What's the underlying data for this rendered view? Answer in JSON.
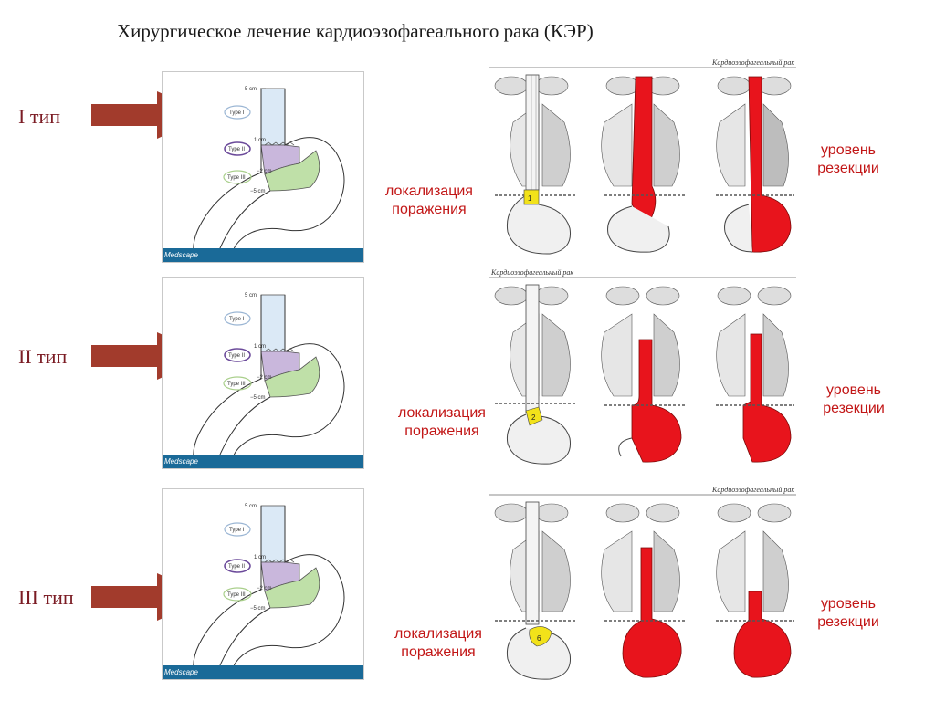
{
  "title": "Хирургическое лечение кардиоэзофагеального рака (КЭР)",
  "colors": {
    "arrow": "#a23b2c",
    "type_label": "#7b1c24",
    "resection": "#e8141c",
    "lesion": "#f2e21a",
    "medscape_bar": "#1a6a98",
    "type1_zone": "#dbe9f6",
    "type2_zone": "#c9b7dc",
    "type3_zone": "#bfe0a8",
    "annotation_text": "#c21616"
  },
  "rows": [
    {
      "type_label": "I тип",
      "panel": {
        "cm_5": "5 cm",
        "cm_1": "1 cm",
        "cm_m2": "−2 cm",
        "cm_m5": "−5 cm",
        "type1": "Type I",
        "type2": "Type II",
        "type3": "Type III",
        "brand": "Medscape"
      },
      "localization": "локализация поражения",
      "resection": "уровень резекции",
      "caption": "Кардиоэзофагеальный рак",
      "lesion_mark": "1"
    },
    {
      "type_label": "II тип",
      "panel": {
        "cm_5": "5 cm",
        "cm_1": "1 cm",
        "cm_m2": "−2 cm",
        "cm_m5": "−5 cm",
        "type1": "Type I",
        "type2": "Type II",
        "type3": "Type III",
        "brand": "Medscape"
      },
      "localization": "локализация поражения",
      "resection": "уровень резекции",
      "caption": "Кардиоэзофагеальный рак",
      "lesion_mark": "2"
    },
    {
      "type_label": "III тип",
      "panel": {
        "cm_5": "5 cm",
        "cm_1": "1 cm",
        "cm_m2": "−2 cm",
        "cm_m5": "−5 cm",
        "type1": "Type I",
        "type2": "Type II",
        "type3": "Type III",
        "brand": "Medscape"
      },
      "localization": "локализация поражения",
      "resection": "уровень резекции",
      "caption": "Кардиоэзофагеальный рак",
      "lesion_mark": "6"
    }
  ]
}
